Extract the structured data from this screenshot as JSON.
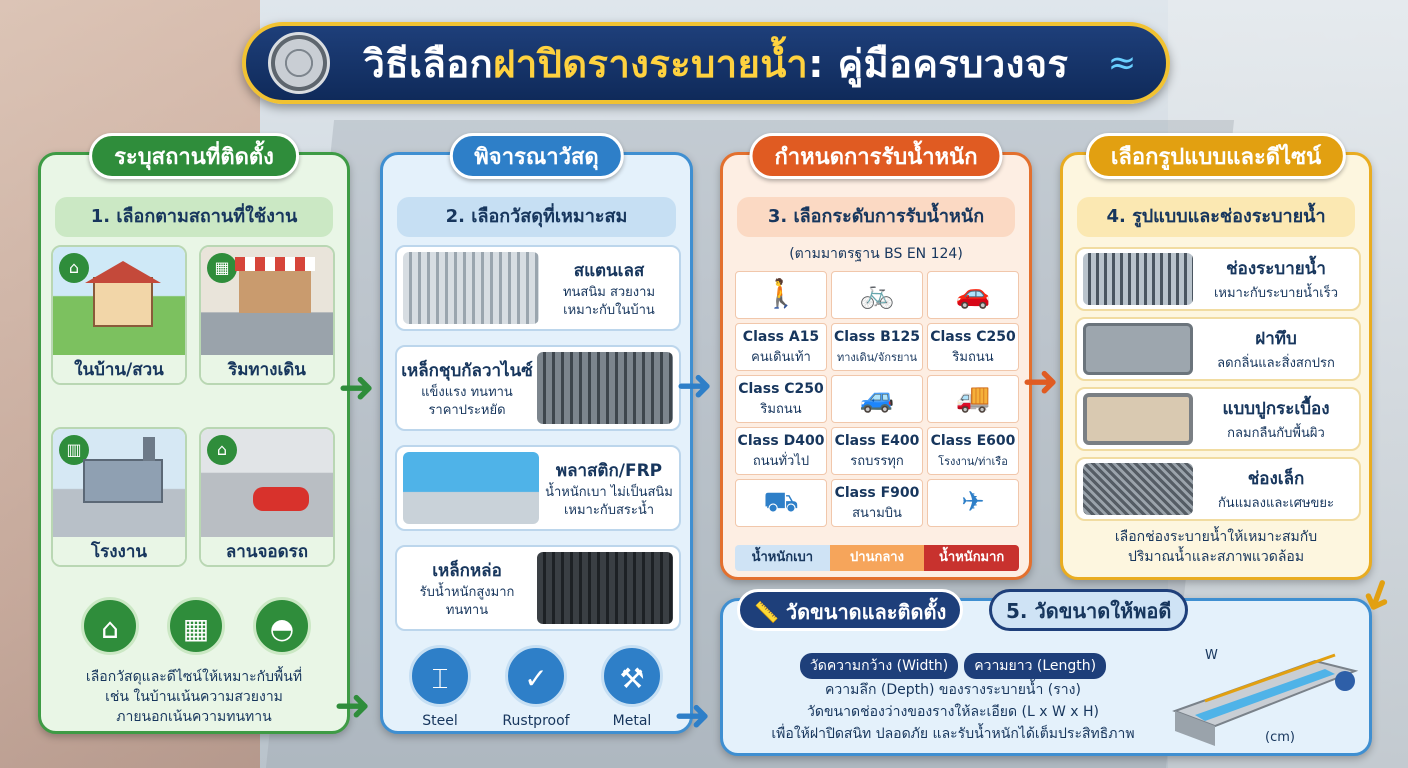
{
  "title": {
    "part1": "วิธีเลือก",
    "part2": "ฝาปิดรางระบายน้ำ",
    "part3": ": คู่มือครบวงจร"
  },
  "location": {
    "tab": "ระบุสถานที่ติดตั้ง",
    "subtitle": "1. เลือกตามสถานที่ใช้งาน",
    "items": [
      {
        "label": "ในบ้าน/สวน"
      },
      {
        "label": "ริมทางเดิน"
      },
      {
        "label": "โรงงาน"
      },
      {
        "label": "ลานจอดรถ"
      }
    ],
    "note_line1": "เลือกวัสดุและดีไซน์ให้เหมาะกับพื้นที่",
    "note_line2": "เช่น ในบ้านเน้นความสวยงาม",
    "note_line3": "ภายนอกเน้นความทนทาน"
  },
  "material": {
    "tab": "พิจารณาวัสดุ",
    "subtitle": "2. เลือกวัสดุที่เหมาะสม",
    "items": [
      {
        "name": "สแตนเลส",
        "desc1": "ทนสนิม สวยงาม",
        "desc2": "เหมาะกับในบ้าน"
      },
      {
        "name": "เหล็กชุบกัลวาไนซ์",
        "desc1": "แข็งแรง ทนทาน",
        "desc2": "ราคาประหยัด"
      },
      {
        "name": "พลาสติก/FRP",
        "desc1": "น้ำหนักเบา ไม่เป็นสนิม",
        "desc2": "เหมาะกับสระน้ำ"
      },
      {
        "name": "เหล็กหล่อ",
        "desc1": "รับน้ำหนักสูงมาก",
        "desc2": "ทนทาน"
      }
    ],
    "icons": [
      {
        "label": "Steel"
      },
      {
        "label": "Rustproof"
      },
      {
        "label": "Metal"
      }
    ]
  },
  "load": {
    "tab": "กำหนดการรับน้ำหนัก",
    "subtitle": "3. เลือกระดับการรับน้ำหนัก",
    "standard": "(ตามมาตรฐาน BS EN 124)",
    "classes": [
      {
        "cls": "Class A15",
        "use": "คนเดินเท้า"
      },
      {
        "cls": "Class B125",
        "use": "ทางเดิน/จักรยาน"
      },
      {
        "cls": "Class C250",
        "use": "ริมถนน"
      },
      {
        "cls": "Class C250",
        "use": "ริมถนน"
      },
      {
        "cls": "Class D400",
        "use": "ถนนทั่วไป"
      },
      {
        "cls": "Class E400",
        "use": "รถบรรทุก"
      },
      {
        "cls": "Class E600",
        "use": "โรงงาน/ท่าเรือ"
      },
      {
        "cls": "Class F900",
        "use": "สนามบิน"
      }
    ],
    "scale": [
      "น้ำหนักเบา",
      "ปานกลาง",
      "น้ำหนักมาก"
    ],
    "scale_colors": [
      "#cfe3f5",
      "#f6a55b",
      "#c8322e"
    ]
  },
  "design": {
    "tab": "เลือกรูปแบบและดีไซน์",
    "subtitle": "4. รูปแบบและช่องระบายน้ำ",
    "items": [
      {
        "name": "ช่องระบายน้ำ",
        "desc": "เหมาะกับระบายน้ำเร็ว"
      },
      {
        "name": "ฝาทึบ",
        "desc": "ลดกลิ่นและสิ่งสกปรก"
      },
      {
        "name": "แบบปูกระเบื้อง",
        "desc": "กลมกลืนกับพื้นผิว"
      },
      {
        "name": "ช่องเล็ก",
        "desc": "กันแมลงและเศษขยะ"
      }
    ],
    "note_line1": "เลือกช่องระบายน้ำให้เหมาะสมกับ",
    "note_line2": "ปริมาณน้ำและสภาพแวดล้อม"
  },
  "measure": {
    "tab": "วัดขนาดและติดตั้ง",
    "tab2": "5. วัดขนาดให้พอดี",
    "pill1": "วัดความกว้าง (Width)",
    "pill2": "ความยาว (Length)",
    "line1": "ความลึก (Depth) ของรางระบายน้ำ (ราง)",
    "line2": "วัดขนาดช่องว่างของรางให้ละเอียด (L x W x H)",
    "line3": "เพื่อให้ฝาปิดสนิท ปลอดภัย และรับน้ำหนักได้เต็มประสิทธิภาพ",
    "dim_w": "W",
    "unit": "(cm)"
  }
}
